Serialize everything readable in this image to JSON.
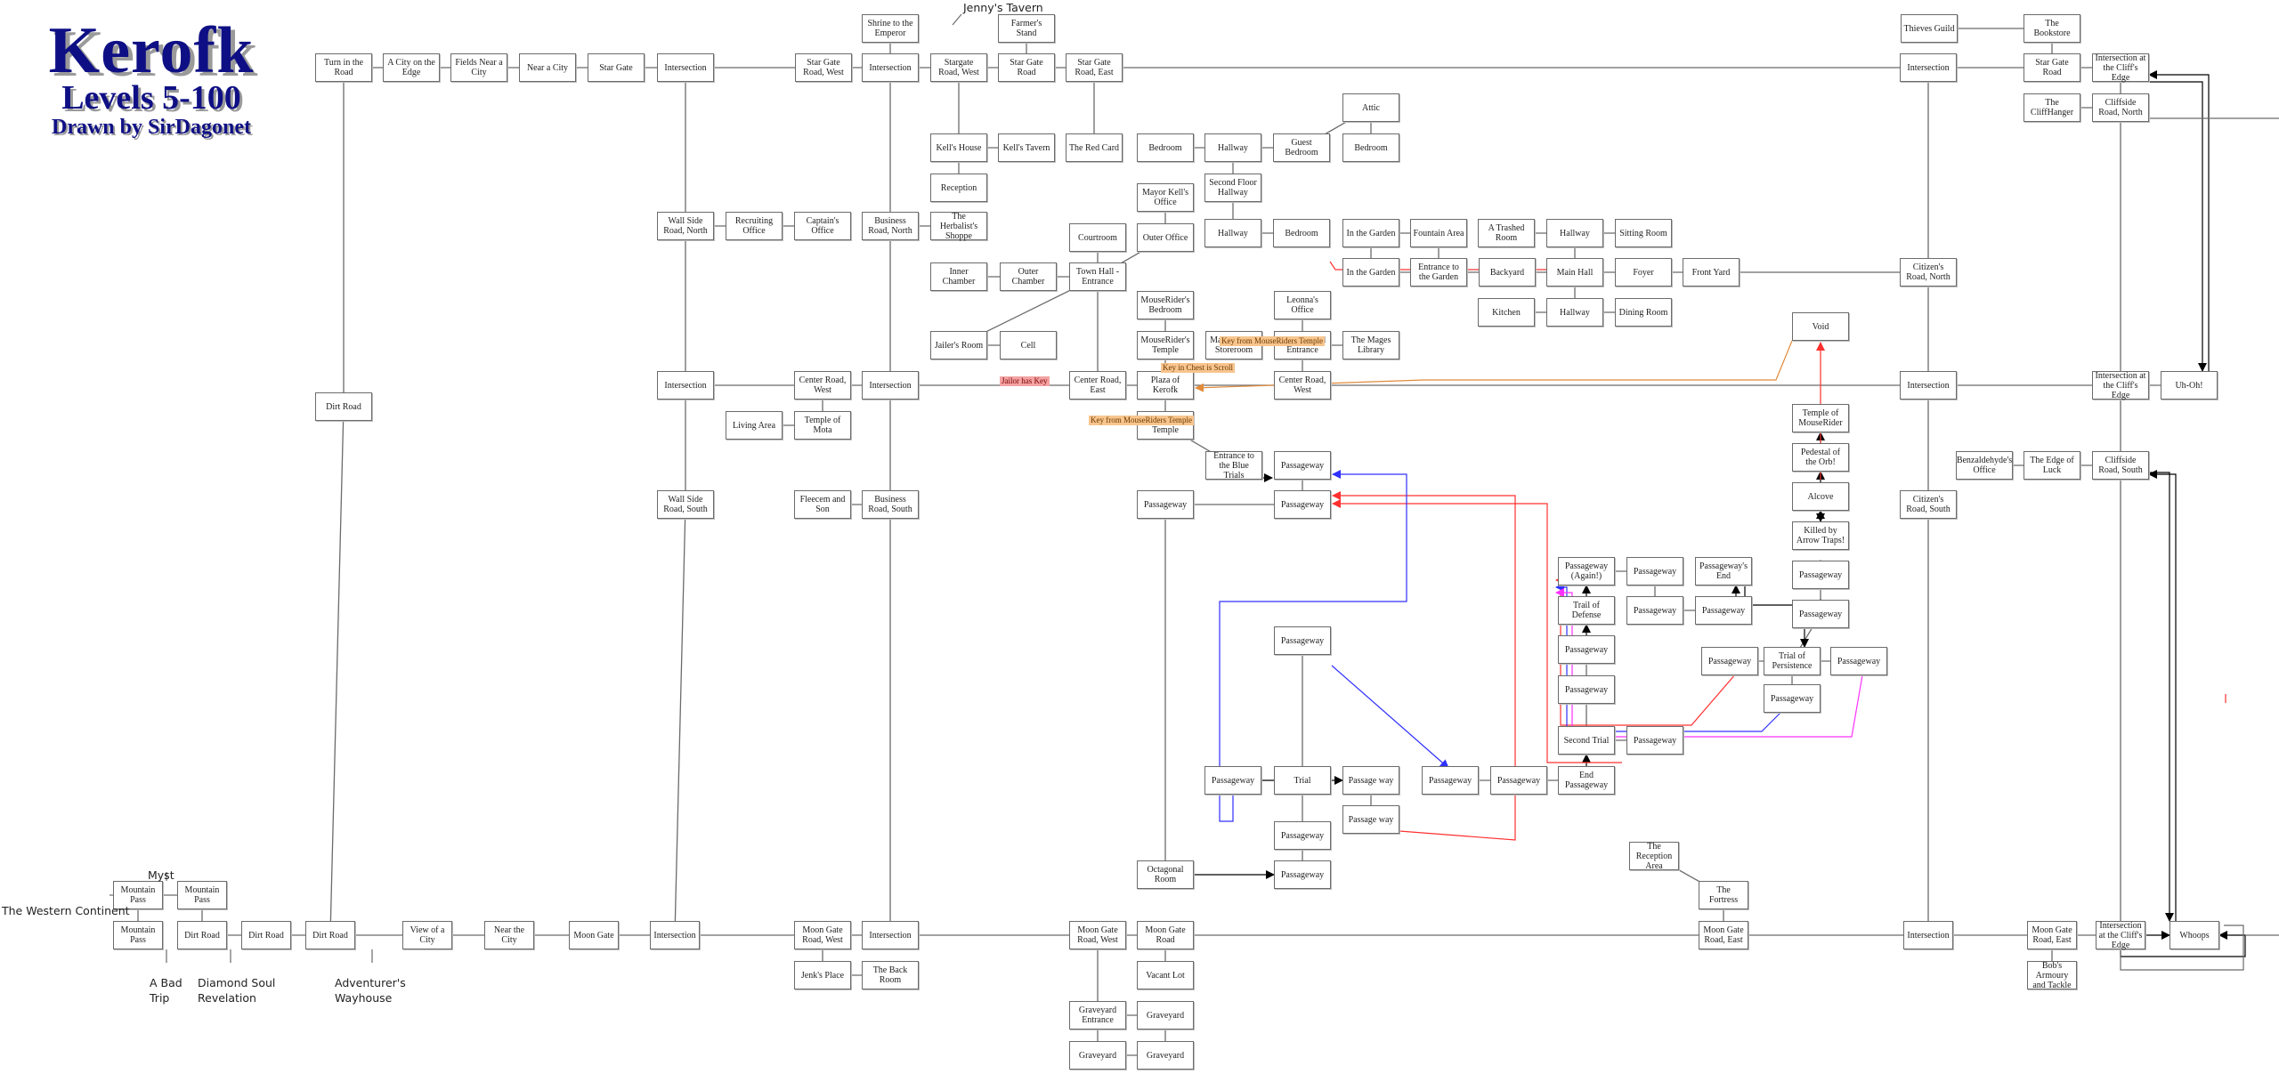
{
  "title": {
    "name": "Kerofk",
    "levels": "Levels 5-100",
    "author": "Drawn by SirDagonet"
  },
  "colors": {
    "title": "#0f0f85",
    "line": "#6b6b6b",
    "red": "#ff3030",
    "blue": "#3030ff",
    "magenta": "#ff30ff",
    "orange": "#e08a3a"
  },
  "external_labels": [
    {
      "id": "jennys",
      "text": "Jenny's Tavern"
    },
    {
      "id": "myst",
      "text": "Myst"
    },
    {
      "id": "western",
      "text": "The Western Continent"
    },
    {
      "id": "badtrip",
      "text": "A Bad\nTrip"
    },
    {
      "id": "diamond",
      "text": "Diamond Soul\nRevelation"
    },
    {
      "id": "wayhouse",
      "text": "Adventurer's\nWayhouse"
    }
  ],
  "notes": [
    {
      "id": "n1",
      "text": "Key from MouseRiders Temple",
      "style": "orange"
    },
    {
      "id": "n2",
      "text": "Key in Chest is Scroll",
      "style": "orange"
    },
    {
      "id": "n3",
      "text": "Key from MouseRiders Temple",
      "style": "orange"
    },
    {
      "id": "n4",
      "text": "Jailor has Key",
      "style": "red"
    }
  ],
  "rooms": [
    {
      "id": "turn",
      "label": "Turn in the Road"
    },
    {
      "id": "cityedge",
      "label": "A City on the Edge"
    },
    {
      "id": "fields",
      "label": "Fields Near a City"
    },
    {
      "id": "nearcity",
      "label": "Near a City"
    },
    {
      "id": "stargate",
      "label": "Star Gate"
    },
    {
      "id": "int1",
      "label": "Intersection"
    },
    {
      "id": "sgrw",
      "label": "Star Gate Road, West"
    },
    {
      "id": "shrine",
      "label": "Shrine to the Emperor"
    },
    {
      "id": "int2",
      "label": "Intersection"
    },
    {
      "id": "sgrw2",
      "label": "Stargate Road, West"
    },
    {
      "id": "farmer",
      "label": "Farmer's Stand"
    },
    {
      "id": "sgr",
      "label": "Star Gate Road"
    },
    {
      "id": "sgre",
      "label": "Star Gate Road, East"
    },
    {
      "id": "kellhouse",
      "label": "Kell's House"
    },
    {
      "id": "kelltavern",
      "label": "Kell's Tavern"
    },
    {
      "id": "reception",
      "label": "Reception"
    },
    {
      "id": "redcard",
      "label": "The Red Card"
    },
    {
      "id": "bed1",
      "label": "Bedroom"
    },
    {
      "id": "hall1",
      "label": "Hallway"
    },
    {
      "id": "guestbed",
      "label": "Guest Bedroom"
    },
    {
      "id": "attic",
      "label": "Attic"
    },
    {
      "id": "bed2",
      "label": "Bedroom"
    },
    {
      "id": "secondfloor",
      "label": "Second Floor Hallway"
    },
    {
      "id": "mayor",
      "label": "Mayor Kell's Office"
    },
    {
      "id": "outeroffice",
      "label": "Outer Office"
    },
    {
      "id": "courtroom",
      "label": "Courtroom"
    },
    {
      "id": "hall2",
      "label": "Hallway"
    },
    {
      "id": "bed3",
      "label": "Bedroom"
    },
    {
      "id": "garden1",
      "label": "In the Garden"
    },
    {
      "id": "fountain",
      "label": "Fountain Area"
    },
    {
      "id": "garden2",
      "label": "In the Garden"
    },
    {
      "id": "gardenent",
      "label": "Entrance to the Garden"
    },
    {
      "id": "trashed",
      "label": "A Trashed Room"
    },
    {
      "id": "hall3",
      "label": "Hallway"
    },
    {
      "id": "sitting",
      "label": "Sitting Room"
    },
    {
      "id": "backyard",
      "label": "Backyard"
    },
    {
      "id": "mainhall",
      "label": "Main Hall"
    },
    {
      "id": "foyer",
      "label": "Foyer"
    },
    {
      "id": "frontyard",
      "label": "Front Yard"
    },
    {
      "id": "kitchen",
      "label": "Kitchen"
    },
    {
      "id": "hall4",
      "label": "Hallway"
    },
    {
      "id": "dining",
      "label": "Dining Room"
    },
    {
      "id": "thieves",
      "label": "Thieves Guild"
    },
    {
      "id": "bookstore",
      "label": "The Bookstore"
    },
    {
      "id": "int3",
      "label": "Intersection"
    },
    {
      "id": "sgr2",
      "label": "Star Gate Road"
    },
    {
      "id": "cliff1",
      "label": "Intersection at the Cliff's Edge"
    },
    {
      "id": "cliffhanger",
      "label": "The CliffHanger"
    },
    {
      "id": "cliffn",
      "label": "Cliffside Road, North"
    },
    {
      "id": "wallN",
      "label": "Wall Side Road, North"
    },
    {
      "id": "recruit",
      "label": "Recruiting Office"
    },
    {
      "id": "captain",
      "label": "Captain's Office"
    },
    {
      "id": "busN",
      "label": "Business Road, North"
    },
    {
      "id": "herbalist",
      "label": "The Herbalist's Shoppe"
    },
    {
      "id": "inner",
      "label": "Inner Chamber"
    },
    {
      "id": "outerch",
      "label": "Outer Chamber"
    },
    {
      "id": "townhall",
      "label": "Town Hall - Entrance"
    },
    {
      "id": "jailer",
      "label": "Jailer's Room"
    },
    {
      "id": "cell",
      "label": "Cell"
    },
    {
      "id": "mrbed",
      "label": "MouseRider's Bedroom"
    },
    {
      "id": "mrtemple",
      "label": "MouseRider's Temple"
    },
    {
      "id": "leonna",
      "label": "Leonna's Office"
    },
    {
      "id": "storeroom",
      "label": "Mages' Guild Storeroom"
    },
    {
      "id": "magesent",
      "label": "Mages Guild Entrance"
    },
    {
      "id": "library",
      "label": "The Mages Library"
    },
    {
      "id": "citizenN",
      "label": "Citizen's Road, North"
    },
    {
      "id": "void",
      "label": "Void"
    },
    {
      "id": "dirt_mid",
      "label": "Dirt Road"
    },
    {
      "id": "int4",
      "label": "Intersection"
    },
    {
      "id": "crw",
      "label": "Center Road, West"
    },
    {
      "id": "int5",
      "label": "Intersection"
    },
    {
      "id": "cre",
      "label": "Center Road, East"
    },
    {
      "id": "plaza",
      "label": "Plaza of Kerofk"
    },
    {
      "id": "crw2",
      "label": "Center Road, West"
    },
    {
      "id": "int6",
      "label": "Intersection"
    },
    {
      "id": "cliff2",
      "label": "Intersection at the Cliff's Edge"
    },
    {
      "id": "uhoh",
      "label": "Uh-Oh!"
    },
    {
      "id": "living",
      "label": "Living Area"
    },
    {
      "id": "mota",
      "label": "Temple of Mota"
    },
    {
      "id": "bluetemple",
      "label": "The Blue Temple"
    },
    {
      "id": "mrtemple2",
      "label": "Temple of MouseRider"
    },
    {
      "id": "pedestal",
      "label": "Pedestal of the Orb!"
    },
    {
      "id": "bluetrials",
      "label": "Entrance to the Blue Trials"
    },
    {
      "id": "pass1",
      "label": "Passageway"
    },
    {
      "id": "benz",
      "label": "Benzaldehyde's Office"
    },
    {
      "id": "edgeluck",
      "label": "The Edge of Luck"
    },
    {
      "id": "cliffs",
      "label": "Cliffside Road, South"
    },
    {
      "id": "wallS",
      "label": "Wall Side Road, South"
    },
    {
      "id": "fleecem",
      "label": "Fleecem and Son"
    },
    {
      "id": "busS",
      "label": "Business Road, South"
    },
    {
      "id": "pass2",
      "label": "Passageway"
    },
    {
      "id": "pass3",
      "label": "Passageway"
    },
    {
      "id": "citizenS",
      "label": "Citizen's Road, South"
    },
    {
      "id": "alcove",
      "label": "Alcove"
    },
    {
      "id": "arrow",
      "label": "Killed by Arrow Traps!"
    },
    {
      "id": "passagain",
      "label": "Passageway (Again!)"
    },
    {
      "id": "pass4",
      "label": "Passageway"
    },
    {
      "id": "passend",
      "label": "Passageway's End"
    },
    {
      "id": "pass5",
      "label": "Passageway"
    },
    {
      "id": "defense",
      "label": "Trail of Defense"
    },
    {
      "id": "pass6",
      "label": "Passageway"
    },
    {
      "id": "pass7",
      "label": "Passageway"
    },
    {
      "id": "pass8",
      "label": "Passageway"
    },
    {
      "id": "pass9",
      "label": "Passageway"
    },
    {
      "id": "pass10",
      "label": "Passageway"
    },
    {
      "id": "persist",
      "label": "Trial of Persistence"
    },
    {
      "id": "pass11",
      "label": "Passageway"
    },
    {
      "id": "pass12",
      "label": "Passageway"
    },
    {
      "id": "pass13",
      "label": "Passageway"
    },
    {
      "id": "secondtrial",
      "label": "Second Trial"
    },
    {
      "id": "pass14",
      "label": "Passageway"
    },
    {
      "id": "pass15",
      "label": "Passageway"
    },
    {
      "id": "trial",
      "label": "Trial"
    },
    {
      "id": "passway1",
      "label": "Passage way"
    },
    {
      "id": "pass16",
      "label": "Passageway"
    },
    {
      "id": "pass17",
      "label": "Passageway"
    },
    {
      "id": "endpass",
      "label": "End Passageway"
    },
    {
      "id": "passway2",
      "label": "Passage way"
    },
    {
      "id": "pass18",
      "label": "Passageway"
    },
    {
      "id": "octagonal",
      "label": "Octagonal Room"
    },
    {
      "id": "pass19",
      "label": "Passageway"
    },
    {
      "id": "reception2",
      "label": "The Reception Area"
    },
    {
      "id": "fortress",
      "label": "The Fortress"
    },
    {
      "id": "mp1",
      "label": "Mountain Pass"
    },
    {
      "id": "mp2",
      "label": "Mountain Pass"
    },
    {
      "id": "mp3",
      "label": "Mountain Pass"
    },
    {
      "id": "dirt1",
      "label": "Dirt Road"
    },
    {
      "id": "dirt2",
      "label": "Dirt Road"
    },
    {
      "id": "dirt3",
      "label": "Dirt Road"
    },
    {
      "id": "viewcity",
      "label": "View of a City"
    },
    {
      "id": "nearthecity",
      "label": "Near the City"
    },
    {
      "id": "moongate",
      "label": "Moon Gate"
    },
    {
      "id": "int7",
      "label": "Intersection"
    },
    {
      "id": "mgrw",
      "label": "Moon Gate Road, West"
    },
    {
      "id": "int8",
      "label": "Intersection"
    },
    {
      "id": "mgrw2",
      "label": "Moon Gate Road, West"
    },
    {
      "id": "mgr",
      "label": "Moon Gate Road"
    },
    {
      "id": "mgre",
      "label": "Moon Gate Road, East"
    },
    {
      "id": "int9",
      "label": "Intersection"
    },
    {
      "id": "mgre2",
      "label": "Moon Gate Road, East"
    },
    {
      "id": "cliff3",
      "label": "Intersection at the Cliff's Edge"
    },
    {
      "id": "whoops",
      "label": "Whoops"
    },
    {
      "id": "jenk",
      "label": "Jenk's Place"
    },
    {
      "id": "backroom",
      "label": "The Back Room"
    },
    {
      "id": "vacant",
      "label": "Vacant Lot"
    },
    {
      "id": "bobs",
      "label": "Bob's Armoury and Tackle"
    },
    {
      "id": "graveent",
      "label": "Graveyard Entrance"
    },
    {
      "id": "grave1",
      "label": "Graveyard"
    },
    {
      "id": "grave2",
      "label": "Graveyard"
    },
    {
      "id": "grave3",
      "label": "Graveyard"
    }
  ]
}
